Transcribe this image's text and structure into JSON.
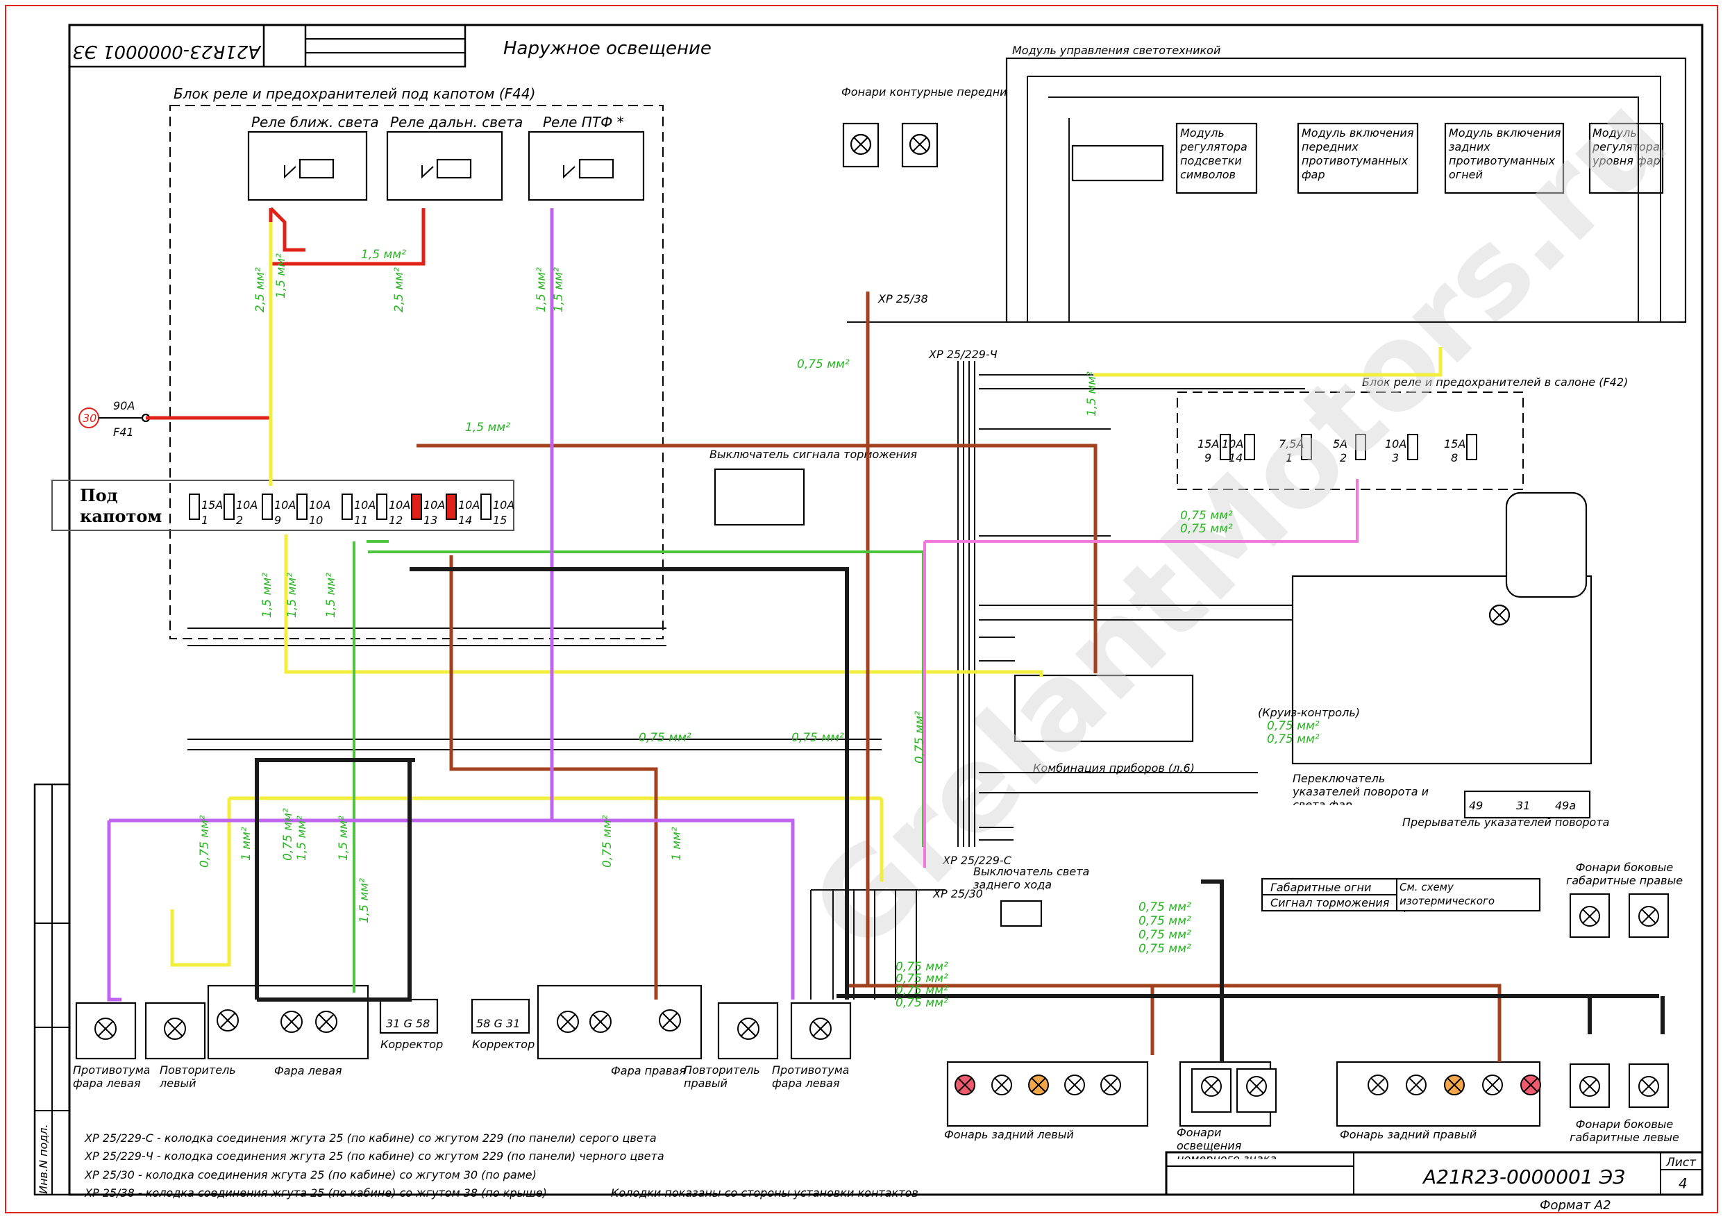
{
  "doc": {
    "code_rotated": "A21R23-0000001 ЭЗ",
    "title": "Наружное освещение",
    "code": "A21R23-0000001 ЭЗ",
    "sheet_label": "Лист",
    "sheet_number": "4",
    "format": "Формат А2",
    "side_label": "Инв.N подл."
  },
  "blocks": {
    "under_hood_block": "Блок реле и предохранителей под капотом (F44)",
    "relay_low": "Реле ближ. света",
    "relay_high": "Реле дальн. света",
    "relay_fog": "Реле ПТФ *",
    "under_hood_box": "Под капотом",
    "front_markers": "Фонари контурные передние",
    "light_module": "Модуль управления светотехникой",
    "mod_symbols": "Модуль регулятора подсветки символов",
    "mod_front_fog": "Модуль включения передних противотуманных фар",
    "mod_rear_fog": "Модуль включения задних противотуманных огней",
    "mod_level": "Модуль регулятора уровня фар",
    "cabin_block": "Блок реле и предохранителей в салоне (F42)",
    "brake_switch": "Выключатель сигнала торможения",
    "instrument_cluster": "Комбинация приборов (л.6)",
    "cruise": "(Круиз-контроль)",
    "stalk_switch": "Переключатель указателей поворота и света фар",
    "turn_breaker": "Прерыватель указателей поворота",
    "reverse_switch": "Выключатель света заднего хода",
    "side_right": "Фонари боковые габаритные правые",
    "side_left": "Фонари боковые габаритные левые",
    "rear_left": "Фонарь задний левый",
    "plate_light": "Фонари освещения номерного знака",
    "rear_right": "Фонарь задний правый",
    "fog_left": "Противотуманная фара левая",
    "rep_left": "Повторитель левый",
    "head_left": "Фара левая",
    "head_right": "Фара правая",
    "rep_right": "Повторитель правый",
    "fog_right": "Противотуманная фара левая",
    "corrector": "Корректор",
    "f41": "F41",
    "f41_rating": "90А",
    "marker_lights_text": "Габаритные огни",
    "brake_signal_text": "Сигнал торможения",
    "see_scheme": "См. схему изотермического фургона",
    "connector_note": "Колодки показаны со стороны установки контактов"
  },
  "connectors": {
    "xp_25_38": "ХР 25/38",
    "xp_25_229_ch": "ХР 25/229-Ч",
    "xp_25_229_c": "ХР 25/229-С",
    "xp_25_30": "ХР 25/30"
  },
  "fuses_hood": [
    {
      "num": "1",
      "rating": "15А"
    },
    {
      "num": "2",
      "rating": "10А"
    },
    {
      "num": "9",
      "rating": "10А"
    },
    {
      "num": "10",
      "rating": "10А"
    },
    {
      "num": "11",
      "rating": "10А"
    },
    {
      "num": "12",
      "rating": "10А"
    },
    {
      "num": "13",
      "rating": "10А"
    },
    {
      "num": "14",
      "rating": "10А"
    },
    {
      "num": "15",
      "rating": "10А"
    }
  ],
  "fuses_cabin": [
    {
      "num": "9",
      "rating": "15А"
    },
    {
      "num": "14",
      "rating": "10А"
    },
    {
      "num": "1",
      "rating": "7,5А"
    },
    {
      "num": "2",
      "rating": "5А"
    },
    {
      "num": "3",
      "rating": "10А"
    },
    {
      "num": "8",
      "rating": "15А"
    }
  ],
  "legend": [
    "ХР 25/229-С - колодка соединения жгута 25 (по кабине) со жгутом 229 (по панели) серого цвета",
    "ХР 25/229-Ч - колодка соединения жгута 25 (по кабине) со жгутом 229 (по панели) черного цвета",
    "ХР 25/30 - колодка соединения жгута 25 (по кабине) со жгутом 30 (по раме)",
    "ХР 25/38 - колодка соединения жгута 25 (по кабине) со жгутом 38 (по крыше)"
  ],
  "wire_sizes": {
    "s075": "0,75 мм²",
    "s15": "1,5 мм²",
    "s25": "2,5 мм²",
    "s1": "1 мм²"
  },
  "colors": {
    "red": "#e0211a",
    "yellow": "#f2ee3c",
    "brown": "#a3411e",
    "green": "#4cc43c",
    "violet": "#c064f0",
    "pink": "#f07ad8"
  }
}
